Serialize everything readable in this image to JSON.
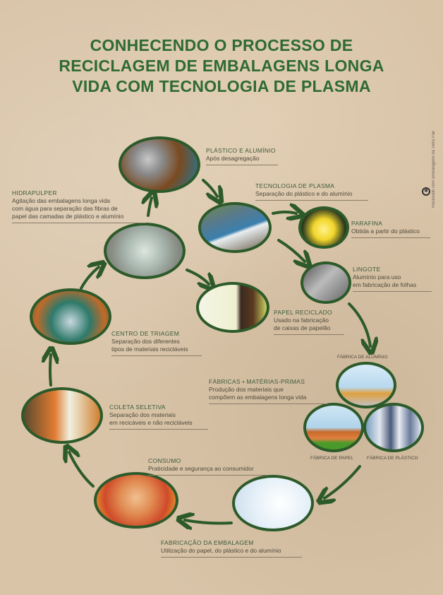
{
  "title": {
    "lines": [
      "CONHECENDO O PROCESSO DE",
      "RECICLAGEM DE EMBALAGENS LONGA",
      "VIDA COM TECNOLOGIA DE PLASMA"
    ]
  },
  "side_note": "Reciclado com embalagens da Tetra Pak",
  "steps": {
    "plastico_aluminio": {
      "title": "PLÁSTICO E ALUMÍNIO",
      "lines": [
        "Após desagregação"
      ]
    },
    "hidrapulper": {
      "title": "HIDRAPULPER",
      "lines": [
        "Agitação das embalagens longa vida",
        "com água para separação das fibras de",
        "papel das camadas de plástico e alumínio"
      ]
    },
    "plasma": {
      "title": "TECNOLOGIA DE PLASMA",
      "lines": [
        "Separação do plástico e do alumínio"
      ]
    },
    "parafina": {
      "title": "PARAFINA",
      "lines": [
        "Obtida a partir do plástico"
      ]
    },
    "lingote": {
      "title": "LINGOTE",
      "lines": [
        "Alumínio para uso",
        "em fabricação de folhas"
      ]
    },
    "papel_reciclado": {
      "title": "PAPEL RECICLADO",
      "lines": [
        "Usado na fabricação",
        "de caixas de papelão"
      ]
    },
    "triagem": {
      "title": "CENTRO DE TRIAGEM",
      "lines": [
        "Separação dos diferentes",
        "tipos de materiais recicláveis"
      ]
    },
    "fabricas": {
      "title": "FÁBRICAS • MATÉRIAS-PRIMAS",
      "lines": [
        "Produção dos materiais que",
        "compõem as embalagens longa vida"
      ]
    },
    "coleta": {
      "title": "COLETA SELETIVA",
      "lines": [
        "Separação dos materiais",
        "em recicáveis e não recicláveis"
      ]
    },
    "consumo": {
      "title": "CONSUMO",
      "lines": [
        "Praticidade e segurança ao consumidor"
      ]
    },
    "fabricacao": {
      "title": "FABRICAÇÃO DA EMBALAGEM",
      "lines": [
        "Utilização do papel, do plástico e do alumínio"
      ]
    }
  },
  "factories": {
    "aluminio": "FÁBRICA DE ALUMÍNIO",
    "papel": "FÁBRICA DE PAPEL",
    "plastico": "FÁBRICA DE PLÁSTICO"
  },
  "colors": {
    "title": "#2f6a34",
    "arrow": "#2d5a2a",
    "background": "#d9c4a8"
  }
}
